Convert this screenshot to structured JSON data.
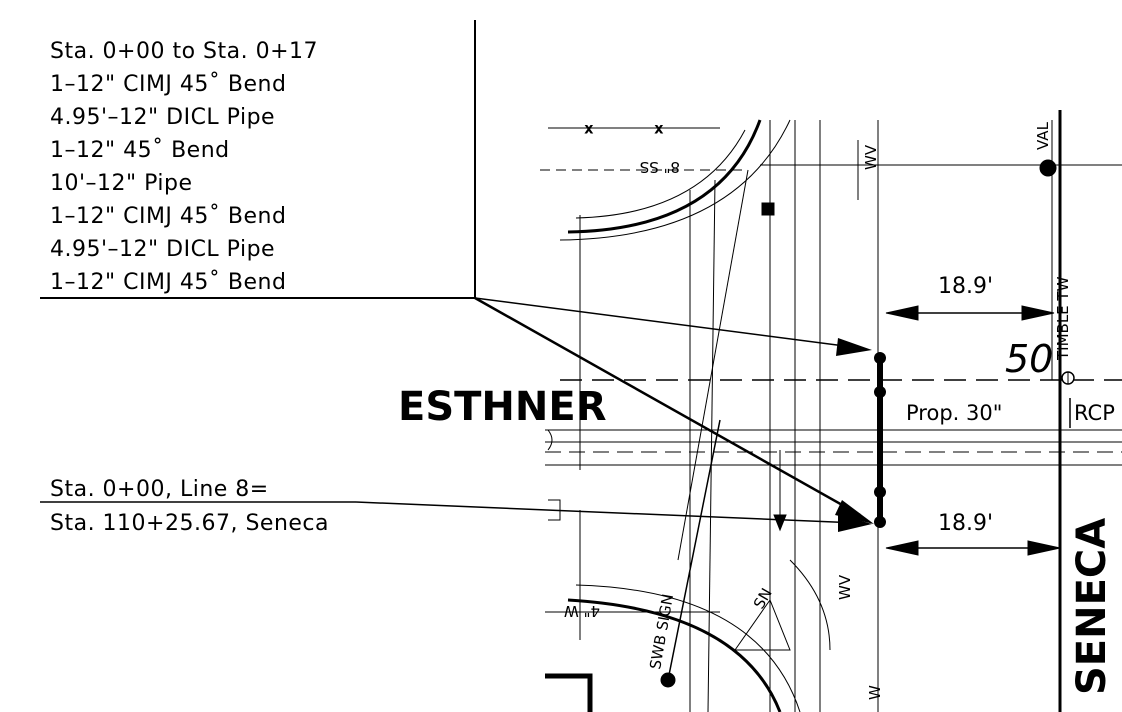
{
  "callout_box": {
    "lines": [
      "Sta. 0+00 to Sta. 0+17",
      "1–12\" CIMJ 45˚ Bend",
      "4.95'–12\" DICL Pipe",
      "1–12\" 45˚ Bend",
      "10'–12\" Pipe",
      "1–12\" CIMJ 45˚ Bend",
      "4.95'–12\" DICL Pipe",
      "1–12\" CIMJ 45˚ Bend"
    ]
  },
  "station_note": {
    "line1": "Sta. 0+00, Line 8=",
    "line2": "Sta. 110+25.67, Seneca"
  },
  "streets": {
    "esthner": "ESTHNER",
    "seneca": "SENECA"
  },
  "dimensions": {
    "top": "18.9'",
    "bottom": "18.9'"
  },
  "labels": {
    "station_50": "50",
    "proposed_pipe": "Prop. 30\"",
    "rcp": "RCP",
    "val": "VAL",
    "wv_top": "WV",
    "wv_bottom": "WV",
    "sign": "SWB SIGN",
    "sn": "SN",
    "tw": "TIMBLE TW",
    "sewer_top": "8\" SS",
    "water_left": "4\" W",
    "w_bottom": "W"
  }
}
